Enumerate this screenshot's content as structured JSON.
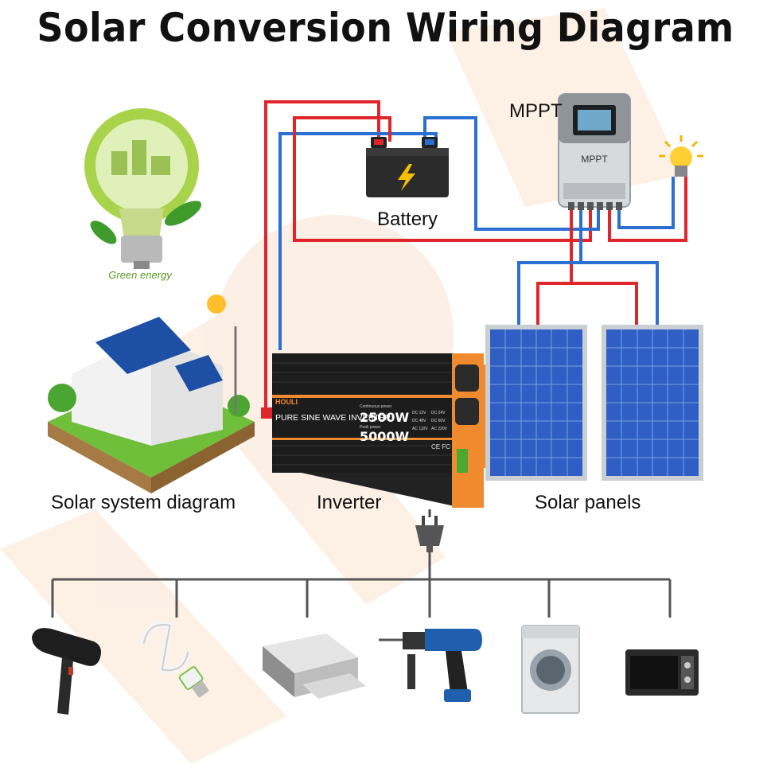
{
  "title": "Solar Conversion Wiring Diagram",
  "labels": {
    "battery": "Battery",
    "mppt": "MPPT",
    "solar_system_diagram": "Solar system diagram",
    "inverter": "Inverter",
    "solar_panels": "Solar panels",
    "green_energy": "Green energy"
  },
  "mppt_device": {
    "label": "MPPT"
  },
  "inverter_device": {
    "brand": "HOULI",
    "name": "PURE SINE WAVE INVERTER",
    "continuous_label": "Continuous power",
    "continuous_power": "2500W",
    "peak_label": "Peak power",
    "peak_power": "5000W",
    "spec_1": "DC 12V",
    "spec_2": "DC 24V",
    "spec_3": "DC 48V",
    "spec_4": "DC 60V",
    "spec_5": "AC 110V",
    "spec_6": "AC 220V",
    "cert": "CE FC"
  },
  "colors": {
    "positive_wire": "#e0262b",
    "negative_wire": "#2a6fd1",
    "inverter_accent": "#f08a2e",
    "panel_blue": "#2f5fc4"
  },
  "appliances": [
    "hair-dryer",
    "cfl-bulb",
    "printer",
    "power-drill",
    "washing-machine",
    "microwave-oven"
  ]
}
